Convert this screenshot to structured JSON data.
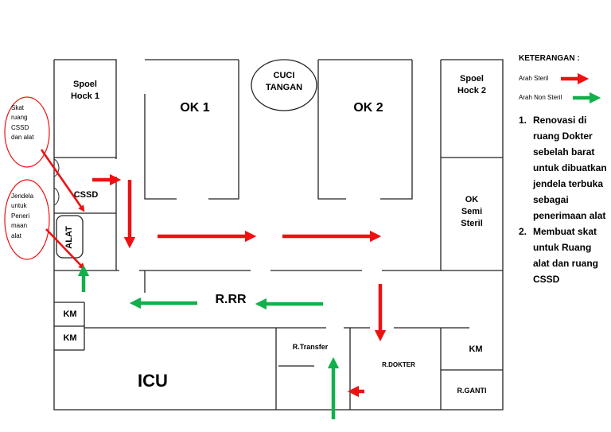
{
  "rooms": {
    "spoel_hock_1": "Spoel\nHock 1",
    "ok1": "OK 1",
    "cuci_tangan": "CUCI\nTANGAN",
    "ok2": "OK 2",
    "spoel_hock_2": "Spoel\nHock 2",
    "cssd": "CSSD",
    "alat": "ALAT",
    "ok_semi_steril": "OK\nSemi\nSteril",
    "rrr": "R.RR",
    "km1": "KM",
    "km2": "KM",
    "km3": "KM",
    "r_transfer": "R.Transfer",
    "r_dokter": "R.DOKTER",
    "r_ganti": "R.GANTI",
    "icu": "ICU"
  },
  "notes": {
    "skat": "Skat\nruang\nCSSD\ndan alat",
    "jendela": "Jendela\nuntuk\nPeneri\nmaan\nalat"
  },
  "legend": {
    "title": "KETERANGAN :",
    "steril_label": "Arah Steril",
    "non_steril_label": "Arah Non Steril",
    "steril_color": "#ee1111",
    "non_steril_color": "#11b04a"
  },
  "list": [
    {
      "num": "1.",
      "text": "Renovasi di ruang Dokter sebelah barat untuk dibuatkan jendela terbuka sebagai penerimaan alat"
    },
    {
      "num": "2.",
      "text": "Membuat skat untuk Ruang alat dan ruang CSSD"
    }
  ]
}
